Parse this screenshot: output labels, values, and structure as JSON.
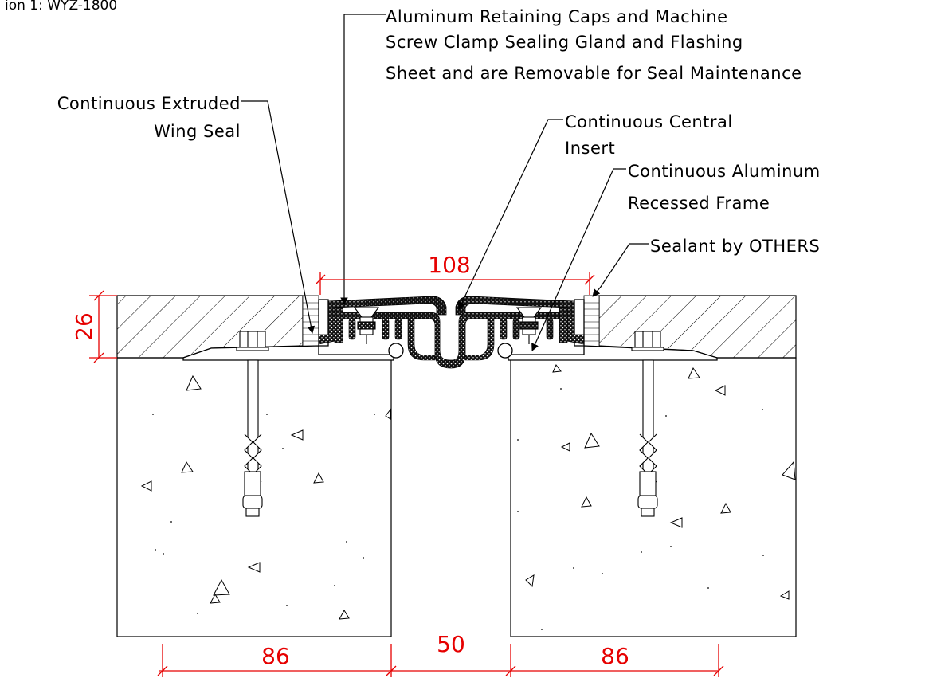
{
  "header": {
    "caption": "ion 1: WYZ-1800"
  },
  "callouts": {
    "caps_line1": "Aluminum Retaining Caps and Machine",
    "caps_line2": "Screw Clamp Sealing Gland and Flashing",
    "caps_line3": "Sheet and are Removable for Seal Maintenance",
    "wing_line1": "Continuous Extruded",
    "wing_line2": "Wing Seal",
    "insert_line1": "Continuous Central",
    "insert_line2": "Insert",
    "frame_line1": "Continuous Aluminum",
    "frame_line2": "Recessed Frame",
    "sealant_line1": "Sealant by OTHERS"
  },
  "dimensions": {
    "top_width": "108",
    "depth": "26",
    "left_width": "86",
    "gap": "50",
    "right_width": "86"
  },
  "colors": {
    "line": "#000000",
    "dimension": "#e60000",
    "hatch": "#000000"
  }
}
